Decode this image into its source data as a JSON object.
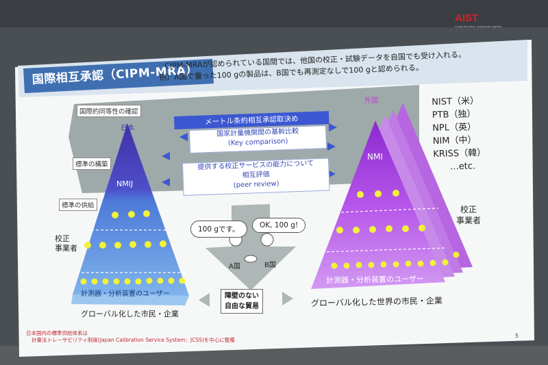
{
  "logo": {
    "brand": "AIST",
    "tagline": "Create the future. Collaborate together."
  },
  "slide": {
    "title": "国際相互承認（CIPM-MRA）",
    "subtitle_line1": "CIPM-MRAが認められている国間では、他国の校正・試験データを自国でも受け入れる。",
    "subtitle_line2": "例）A国で量った100 gの製品は、B国でも再測定なしで100 gと認められる。",
    "left_labels": [
      "国際的同等性の確認",
      "標準の構築",
      "標準の供給"
    ],
    "japan_label": "日本",
    "foreign_label": "外国",
    "blue_band": "メートル条約相互承認取決め",
    "key_comparison": [
      "国家計量機関間の基幹比較",
      "(Key comparison)"
    ],
    "peer_review": [
      "提供する校正サービスの能力について",
      "相互評価",
      "(peer review)"
    ],
    "nmij": "NMIJ",
    "nmi": "NMI",
    "nmi_list": [
      "NIST（米）",
      "PTB（独）",
      "NPL（英）",
      "NIM（中）",
      "KRISS（韓）",
      "…etc."
    ],
    "calibration_left": [
      "校正",
      "事業者"
    ],
    "calibration_right": [
      "校正",
      "事業者"
    ],
    "users_left": "計測器・分析装置のユーザー",
    "users_right": "計測器・分析装置のユーザー",
    "citizens_left": "グローバル化した市民・企業",
    "citizens_right": "グローバル化した世界の市民・企業",
    "bubble_a": "100 gです。",
    "bubble_b": "OK, 100 g!",
    "country_a": "A国",
    "country_b": "B国",
    "center_box": [
      "障壁のない",
      "自由な貿易"
    ],
    "footnote": [
      "日本国内の標準供給体系は",
      "計量法トレーサビリティ制度(Japan Calibration Service System：JCSS)を中心に整備"
    ],
    "page_number": "5"
  },
  "colors": {
    "title_bar": "#3f6fb0",
    "blue_band": "#3b57d1",
    "gray_band": "#8e9b9c",
    "left_pyramid_top": "#4a3aa8",
    "right_pyramid": "#b44ee0",
    "node": "#f2f23a"
  }
}
